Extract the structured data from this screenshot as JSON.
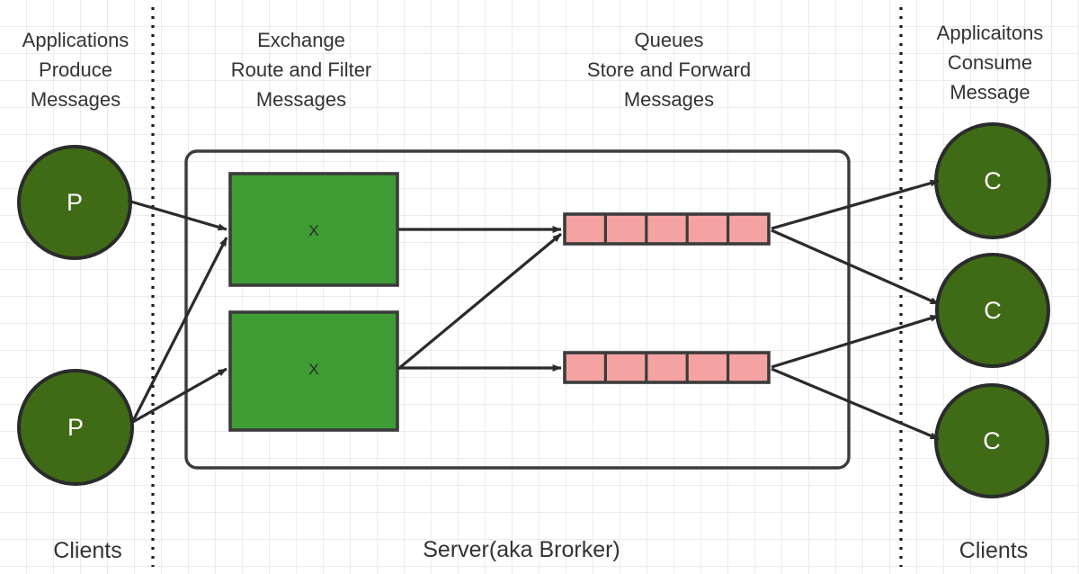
{
  "diagram": {
    "title_columns": [
      {
        "id": "producers",
        "text": "Applications\nProduce\nMessages"
      },
      {
        "id": "exchange",
        "text": "Exchange\nRoute and Filter\nMessages"
      },
      {
        "id": "queues",
        "text": "Queues\nStore and Forward\nMessages"
      },
      {
        "id": "consumers",
        "text": "Applicaitons\nConsume\nMessage"
      }
    ],
    "bottom_labels": [
      {
        "id": "clients-left",
        "text": "Clients"
      },
      {
        "id": "server",
        "text": "Server(aka Brorker)"
      },
      {
        "id": "clients-right",
        "text": "Clients"
      }
    ],
    "producers": [
      {
        "id": "producer-1",
        "label": "P"
      },
      {
        "id": "producer-2",
        "label": "P"
      }
    ],
    "exchanges": [
      {
        "id": "exchange-1",
        "label": "X"
      },
      {
        "id": "exchange-2",
        "label": "X"
      }
    ],
    "queues": [
      {
        "id": "queue-1",
        "cells": 5
      },
      {
        "id": "queue-2",
        "cells": 5
      }
    ],
    "consumers": [
      {
        "id": "consumer-1",
        "label": "C"
      },
      {
        "id": "consumer-2",
        "label": "C"
      },
      {
        "id": "consumer-3",
        "label": "C"
      }
    ],
    "connections": [
      {
        "from": "producer-1",
        "to": "exchange-1"
      },
      {
        "from": "producer-2",
        "to": "exchange-1"
      },
      {
        "from": "producer-2",
        "to": "exchange-2"
      },
      {
        "from": "exchange-1",
        "to": "queue-1"
      },
      {
        "from": "exchange-2",
        "to": "queue-1"
      },
      {
        "from": "exchange-2",
        "to": "queue-2"
      },
      {
        "from": "queue-1",
        "to": "consumer-1"
      },
      {
        "from": "queue-1",
        "to": "consumer-2"
      },
      {
        "from": "queue-2",
        "to": "consumer-2"
      },
      {
        "from": "queue-2",
        "to": "consumer-3"
      }
    ],
    "colors": {
      "node_fill": "#3f6b17",
      "node_stroke": "#2b2b2b",
      "exchange_fill": "#3f9c35",
      "exchange_stroke": "#3b3b3b",
      "queue_fill": "#f4a2a2",
      "queue_stroke": "#3b3b3b",
      "arrow": "#2b2b2b",
      "server_box_stroke": "#3b3b3b",
      "divider": "#1a1a1a",
      "grid": "#ececec",
      "text": "#333333",
      "node_text": "#ffffff"
    }
  }
}
